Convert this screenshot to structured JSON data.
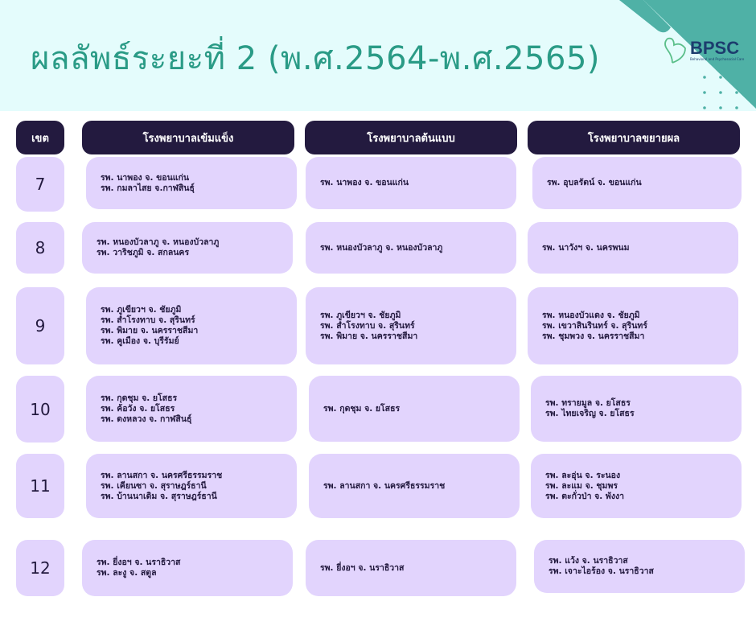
{
  "title": "ผลลัพธ์ระยะที่ 2 (พ.ศ.2564-พ.ศ.2565)",
  "logo": {
    "name": "BPSC",
    "subtitle": "Behavioral and Psychosocial Care"
  },
  "colors": {
    "header": "#231a3f",
    "card": "#e2d4fd",
    "title": "#2a9b86",
    "band": "#e4fcfc",
    "accent": "#4fb1a6"
  },
  "headers": {
    "zone": "เขต",
    "col1": "โรงพยาบาลเข้มแข็ง",
    "col2": "โรงพยาบาลต้นแบบ",
    "col3": "โรงพยาบาลขยายผล"
  },
  "rows": [
    {
      "zone": "7",
      "col1": [
        "รพ. นาพอง จ. ขอนแก่น",
        "รพ. กมลาไสย จ.กาฬสินธุ์"
      ],
      "col2": [
        "รพ. นาพอง จ. ขอนแก่น"
      ],
      "col3": [
        "รพ. อุบลรัตน์ จ. ขอนแก่น"
      ]
    },
    {
      "zone": "8",
      "col1": [
        "รพ. หนองบัวลาภู จ. หนองบัวลาภู",
        "รพ. วาริชภูมิ จ. สกลนคร"
      ],
      "col2": [
        "รพ. หนองบัวลาภู จ. หนองบัวลาภู"
      ],
      "col3": [
        "รพ. นาวังฯ จ. นครพนม"
      ]
    },
    {
      "zone": "9",
      "col1": [
        "รพ. ภูเขียวฯ จ. ชัยภูมิ",
        "รพ. สำโรงทาบ จ. สุรินทร์",
        "รพ. พิมาย จ. นครราชสีมา",
        "รพ. คูเมือง จ. บุรีรัมย์"
      ],
      "col2": [
        "รพ. ภูเขียวฯ จ. ชัยภูมิ",
        "รพ. สำโรงทาบ จ. สุรินทร์",
        "รพ. พิมาย จ. นครราชสีมา"
      ],
      "col3": [
        "รพ. หนองบัวแดง จ. ชัยภูมิ",
        "รพ. เขวาสินรินทร์ จ. สุรินทร์",
        "รพ. ชุมพวง จ. นครราชสีมา"
      ]
    },
    {
      "zone": "10",
      "col1": [
        "รพ. กุดชุม จ. ยโสธร",
        "รพ. ค้อวัง จ. ยโสธร",
        "รพ. ดงหลวง จ. กาฬสินธุ์"
      ],
      "col2": [
        "รพ. กุดชุม จ. ยโสธร"
      ],
      "col3": [
        "รพ. ทรายมูล จ. ยโสธร",
        "รพ. ไทยเจริญ จ. ยโสธร"
      ]
    },
    {
      "zone": "11",
      "col1": [
        "รพ. ลานสกา จ. นครศรีธรรมราช",
        "รพ. เคียนซา จ. สุราษฎร์ธานี",
        "รพ. บ้านนาเดิม จ. สุราษฎร์ธานี"
      ],
      "col2": [
        "รพ. ลานสกา จ. นครศรีธรรมราช"
      ],
      "col3": [
        "รพ. ละอุ่น จ. ระนอง",
        "รพ. ละแม จ. ชุมพร",
        "รพ. ตะกั่วป่า จ. พังงา"
      ]
    },
    {
      "zone": "12",
      "col1": [
        "รพ. ยี่งอฯ จ. นราธิวาส",
        "รพ. ละงู จ. สตูล"
      ],
      "col2": [
        "รพ. ยี่งอฯ จ. นราธิวาส"
      ],
      "col3": [
        "รพ. แว้ง จ. นราธิวาส",
        "รพ. เจาะไอร้อง จ. นราธิวาส"
      ]
    }
  ]
}
